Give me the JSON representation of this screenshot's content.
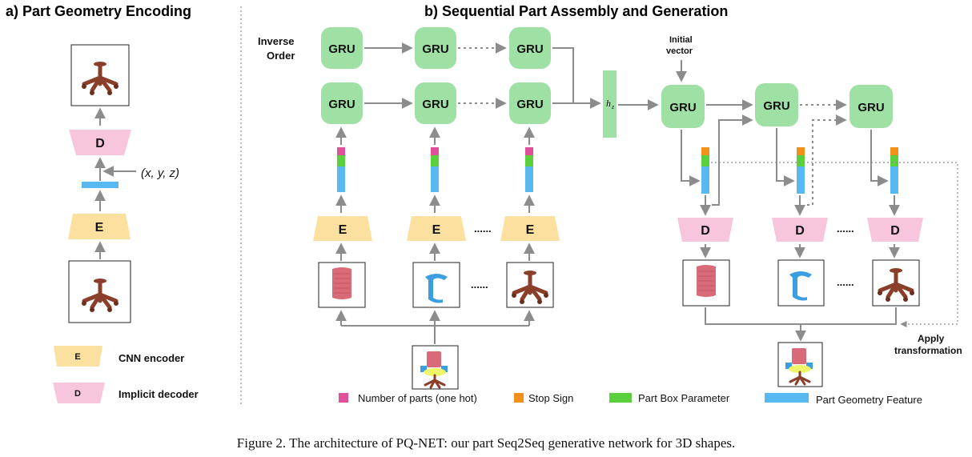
{
  "left_panel": {
    "title": "a) Part Geometry Encoding",
    "encoder_letter": "E",
    "decoder_letter": "D",
    "xyz_label": "(x, y, z)",
    "legend": [
      {
        "letter": "E",
        "label": "CNN encoder",
        "color": "#fbe0a0"
      },
      {
        "letter": "D",
        "label": "Implicit  decoder",
        "color": "#f7c6dc"
      }
    ]
  },
  "right_panel": {
    "title": "b) Sequential Part Assembly and Generation",
    "inverse_order_line1": "Inverse",
    "inverse_order_line2": "Order",
    "gru_label": "GRU",
    "hz_label": "h",
    "hz_subscript": "z",
    "initial_vector_line1": "Initial",
    "initial_vector_line2": "vector",
    "encoder_letter": "E",
    "decoder_letter": "D",
    "apply_line1": "Apply",
    "apply_line2": "transformation",
    "ellipsis": "......"
  },
  "legend": [
    {
      "label": "Number of parts (one hot)",
      "color": "#e0509a"
    },
    {
      "label": "Stop Sign",
      "color": "#f39019"
    },
    {
      "label": "Part Box Parameter",
      "color": "#5ad03c"
    },
    {
      "label": "Part Geometry Feature",
      "color": "#58b8f0"
    }
  ],
  "colors": {
    "gru": "#9fe0a5",
    "encoder": "#fbe0a0",
    "decoder": "#f7c6dc",
    "arrow": "#8c8c8c",
    "chair_wood": "#8b3f2a",
    "chair_back": "#d96a78",
    "chair_seat": "#eef56a",
    "chair_arm": "#3a9ee0"
  },
  "caption": "Figure 2. The architecture of PQ-NET: our part Seq2Seq generative network for 3D shapes."
}
